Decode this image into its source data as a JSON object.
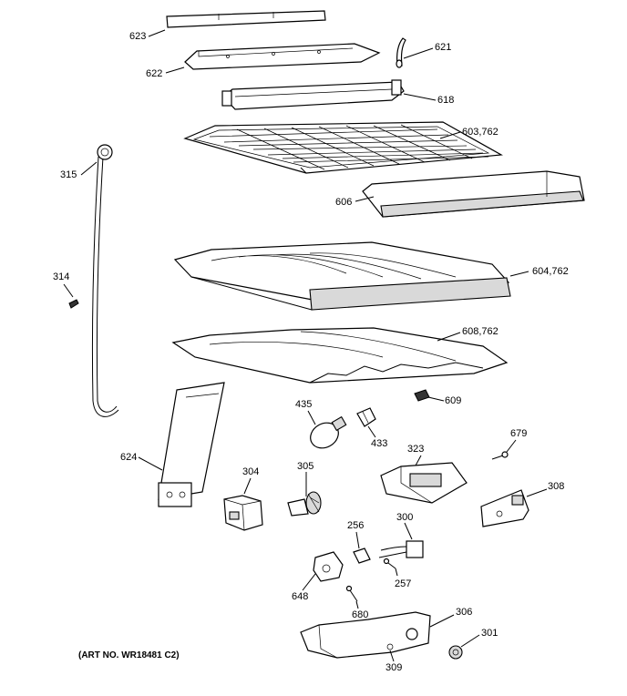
{
  "labels": {
    "p623": "623",
    "p621": "621",
    "p622": "622",
    "p618": "618",
    "p603": "603,762",
    "p315": "315",
    "p606": "606",
    "p314": "314",
    "p604": "604,762",
    "p608": "608,762",
    "p435": "435",
    "p609": "609",
    "p433": "433",
    "p679": "679",
    "p323": "323",
    "p624": "624",
    "p304": "304",
    "p305": "305",
    "p308": "308",
    "p256": "256",
    "p300": "300",
    "p257": "257",
    "p648": "648",
    "p680": "680",
    "p306": "306",
    "p301": "301",
    "p309": "309"
  },
  "art_number": "(ART NO. WR18481 C2)"
}
